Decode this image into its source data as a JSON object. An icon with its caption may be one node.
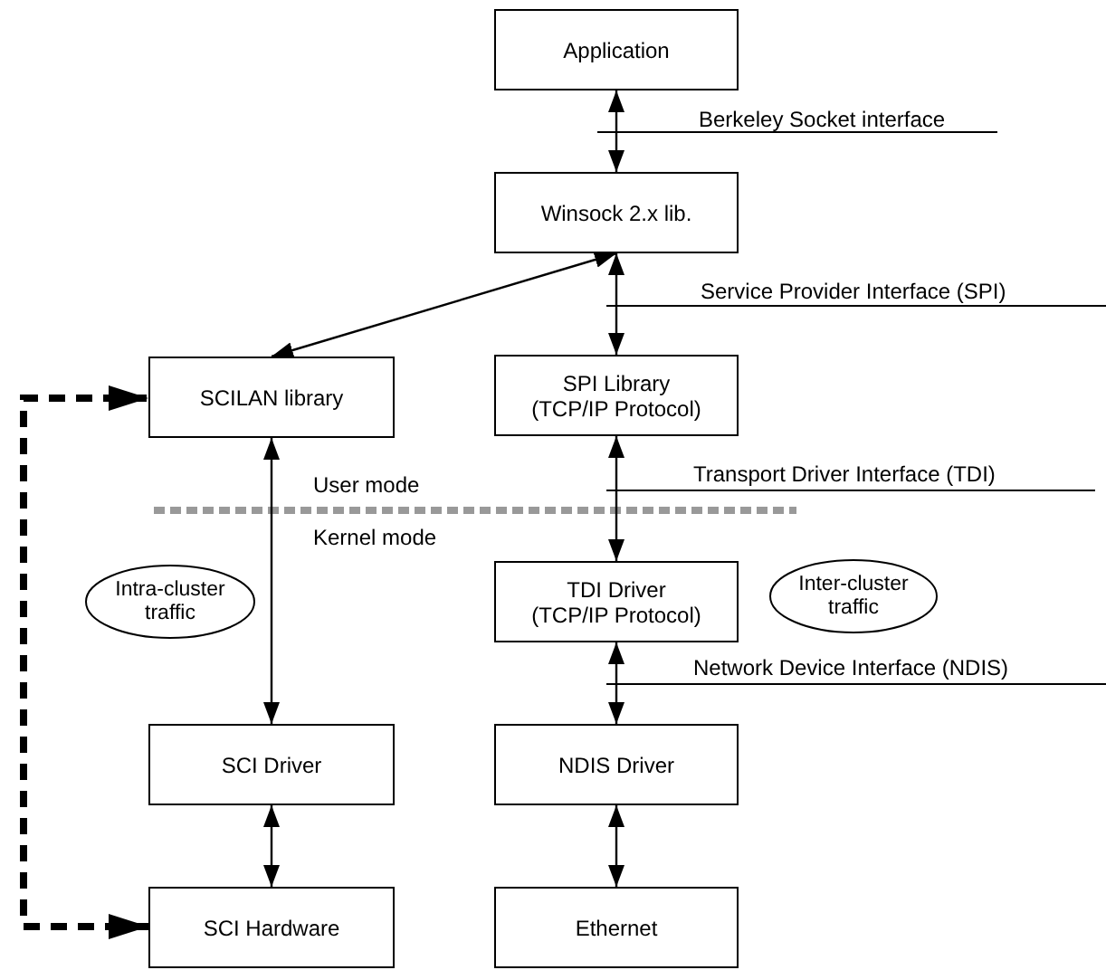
{
  "diagram": {
    "nodes": [
      {
        "text": [
          "Application"
        ]
      },
      {
        "text": [
          "Winsock 2.x lib."
        ]
      },
      {
        "text": [
          "SCILAN library"
        ]
      },
      {
        "text": [
          "SPI Library (TCP/IP Protocol)"
        ]
      },
      {
        "text": [
          "Intra-cluster traffic"
        ]
      },
      {
        "text": [
          "TDI Driver (TCP/IP Protocol)"
        ]
      },
      {
        "text": [
          "Inter-cluster traffic"
        ]
      },
      {
        "text": [
          "SCI Driver"
        ]
      },
      {
        "text": [
          "NDIS Driver"
        ]
      },
      {
        "text": [
          "SCI Hardware"
        ]
      },
      {
        "text": [
          "Ethernet"
        ]
      }
    ],
    "edges": [
      {
        "from": 0,
        "to": 1,
        "arrow": "both"
      },
      {
        "from": 1,
        "to": 2,
        "arrow": "both"
      },
      {
        "from": 1,
        "to": 3,
        "arrow": "both"
      },
      {
        "from": 3,
        "to": 5,
        "arrow": "both"
      },
      {
        "from": 5,
        "to": 8,
        "arrow": "both"
      },
      {
        "from": 8,
        "to": 10,
        "arrow": "both"
      },
      {
        "from": 2,
        "to": 7,
        "arrow": "both"
      },
      {
        "from": 7,
        "to": 9,
        "arrow": "both"
      },
      {
        "from": 9,
        "to": 2,
        "arrow": "both",
        "style": "dashed"
      }
    ],
    "labels": [
      "Berkeley Socket interface",
      "Service Provider Interface (SPI)",
      "Transport Driver Interface (TDI)",
      "User mode",
      "Kernel mode",
      "Network Device Interface (NDIS)"
    ]
  }
}
